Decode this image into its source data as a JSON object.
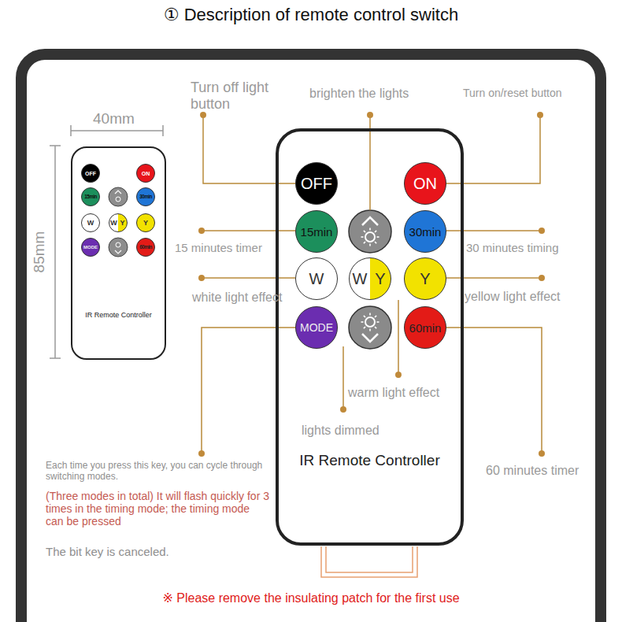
{
  "diagram": {
    "title": "① Description of remote control switch",
    "nodes": [
      {
        "text": [
          "IR Remote Controller"
        ]
      },
      {
        "text": [
          "OFF"
        ],
        "in": 0
      },
      {
        "text": [
          "ON"
        ],
        "in": 0
      },
      {
        "text": [
          "15min"
        ],
        "in": 0
      },
      {
        "text": [
          "30min"
        ],
        "in": 0
      },
      {
        "text": [
          "W"
        ],
        "in": 0
      },
      {
        "text": [
          "W",
          "Y"
        ],
        "in": 0
      },
      {
        "text": [
          "Y"
        ],
        "in": 0
      },
      {
        "text": [
          "MODE"
        ],
        "in": 0
      },
      {
        "text": [
          "60min"
        ],
        "in": 0
      },
      {
        "text": [
          "IR Remote Controller"
        ]
      },
      {
        "text": [
          "OFF"
        ],
        "in": 10
      },
      {
        "text": [
          "ON"
        ],
        "in": 10
      },
      {
        "text": [
          "15min"
        ],
        "in": 10
      },
      {
        "text": [
          "30min"
        ],
        "in": 10
      },
      {
        "text": [
          "W"
        ],
        "in": 10
      },
      {
        "text": [
          "W",
          "Y"
        ],
        "in": 10
      },
      {
        "text": [
          "Y"
        ],
        "in": 10
      },
      {
        "text": [
          "MODE"
        ],
        "in": 10
      },
      {
        "text": [
          "60min"
        ],
        "in": 10
      }
    ],
    "labels": [
      "40mm",
      "85mm",
      "Turn off light button",
      "brighten the lights",
      "Turn on/reset button",
      "15 minutes timer",
      "30 minutes timing",
      "white light effect",
      "yellow light effect",
      "warm light effect",
      "lights dimmed",
      "60 minutes timer",
      "Each time you press this key, you can cycle through switching modes.",
      "(Three modes in total) It will flash quickly for 3 times in the timing mode; the timing mode can be pressed",
      "The bit key is canceled.",
      "※ Please remove the insulating patch for the first use"
    ]
  }
}
